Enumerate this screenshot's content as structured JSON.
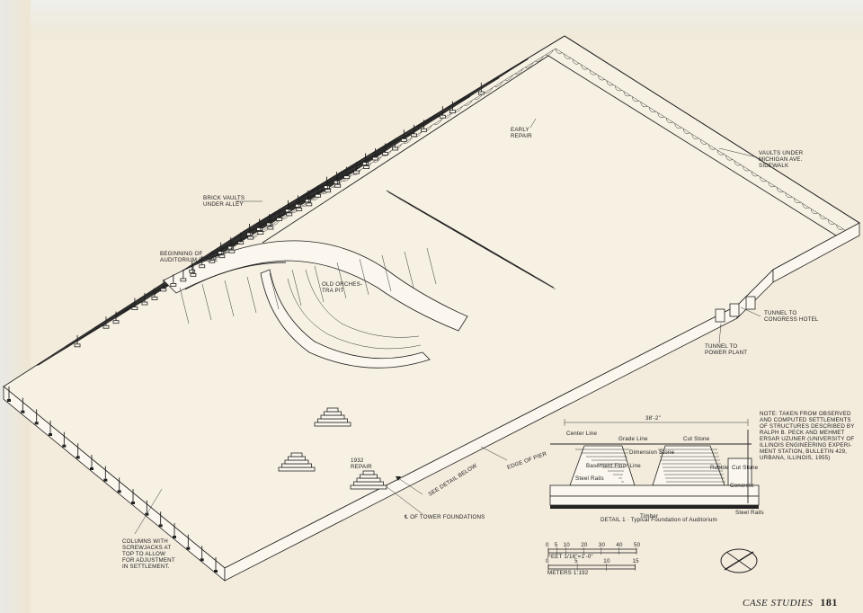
{
  "labels": {
    "vaults_michigan": [
      "VAULTS UNDER",
      "MICHIGAN AVE.",
      "SIDEWALK"
    ],
    "early_repair": [
      "EARLY",
      "REPAIR"
    ],
    "brick_vaults": [
      "BRICK VAULTS",
      "UNDER ALLEY"
    ],
    "auditorium_slope": [
      "BEGINNING OF",
      "AUDITORIUM SLOPE"
    ],
    "orchestra_pit": [
      "OLD ORCHES-",
      "TRA PIT"
    ],
    "tunnel_congress": [
      "TUNNEL TO",
      "CONGRESS HOTEL"
    ],
    "tunnel_power": [
      "TUNNEL TO",
      "POWER PLANT"
    ],
    "repair_1932": [
      "1932",
      "REPAIR"
    ],
    "see_detail": "SEE DETAIL BELOW",
    "edge_of_pier": "EDGE OF PIER",
    "tower_foundations": "℄ OF TOWER FOUNDATIONS",
    "columns": [
      "COLUMNS WITH",
      "SCREWJACKS AT",
      "TOP TO ALLOW",
      "FOR ADJUSTMENT",
      "IN SETTLEMENT."
    ]
  },
  "note": [
    "NOTE: TAKEN FROM OBSERVED",
    "AND COMPUTED SETTLEMENTS",
    "OF STRUCTURES DESCRIBED BY",
    "RALPH B. PECK AND MEHMET",
    "ERSAR UZUNER (UNIVERSITY OF",
    "ILLINOIS ENGINEERING EXPERI-",
    "MENT STATION, BULLETIN 429,",
    "URBANA, ILLINOIS, 1955)"
  ],
  "detail": {
    "dimension": "38'-2\"",
    "labels": [
      "Center Line",
      "Grade Line",
      "Cut Stone",
      "Dimension Stone",
      "Basement Floor Line",
      "Steel Rails",
      "Rubble",
      "Cut Stone",
      "Concrete",
      "Steel Rails",
      "Timber"
    ],
    "caption": "DETAIL 1 · Typical Foundation of Auditorium"
  },
  "scale": {
    "feet_ticks": [
      "0",
      "5",
      "10",
      "20",
      "30",
      "40",
      "50"
    ],
    "feet_label": "FEET 1/16\"=1'-0\"",
    "meter_ticks": [
      "0",
      "5",
      "10",
      "15"
    ],
    "meters_label": "METERS 1:192"
  },
  "footer": {
    "section": "CASE STUDIES",
    "page": "181"
  }
}
